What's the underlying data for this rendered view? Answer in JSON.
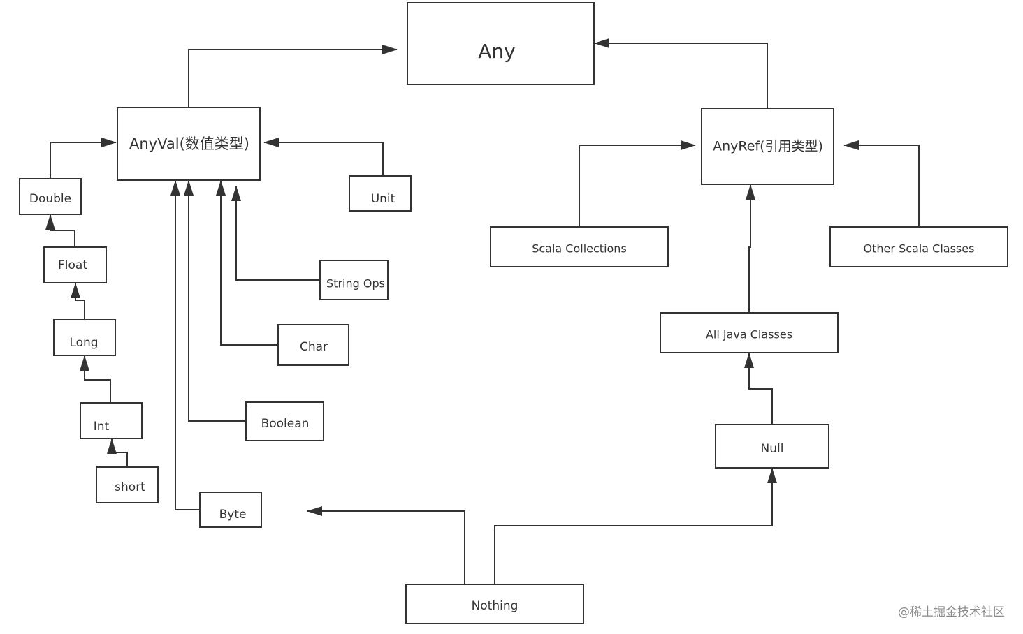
{
  "nodes": {
    "any": "Any",
    "anyval": "AnyVal(数值类型)",
    "anyref": "AnyRef(引用类型)",
    "unit": "Unit",
    "double": "Double",
    "float": "Float",
    "long": "Long",
    "int": "Int",
    "short": "short",
    "string_ops": "String Ops",
    "char": "Char",
    "boolean": "Boolean",
    "byte": "Byte",
    "scala_collections": "Scala Collections",
    "other_scala_classes": "Other Scala Classes",
    "all_java_classes": "All Java Classes",
    "null": "Null",
    "nothing": "Nothing"
  },
  "watermark": "@稀土掘金技术社区"
}
